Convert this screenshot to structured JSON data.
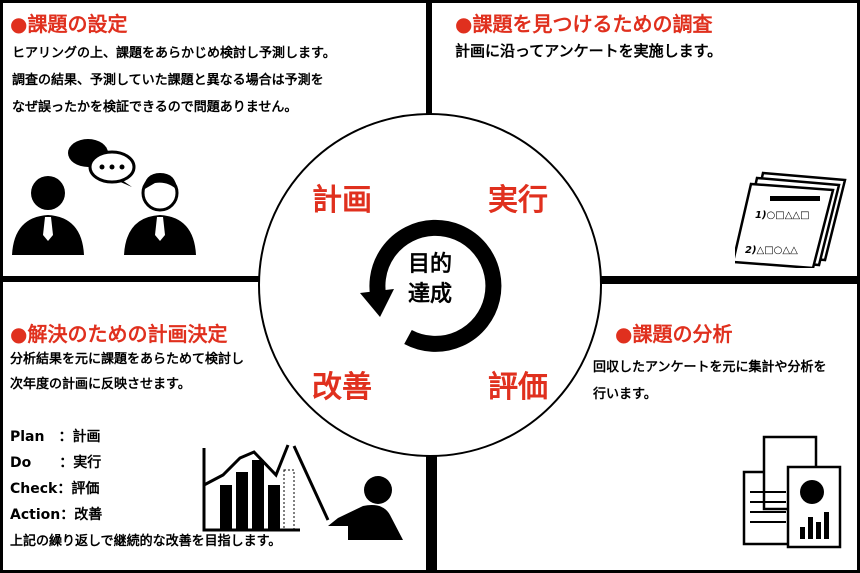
{
  "q1": {
    "title": "●課題の設定",
    "lines": [
      "ヒアリングの上、課題をあらかじめ検討し予測します。",
      "調査の結果、予測していた課題と異なる場合は予測を",
      "なぜ誤ったかを検証できるので問題ありません。"
    ]
  },
  "q2": {
    "title": "●課題を見つけるための調査",
    "lines": [
      "計画に沿ってアンケートを実施します。"
    ],
    "doc_line1": "1)○□△△□",
    "doc_line2": "2)△□○△△"
  },
  "q3": {
    "title": "●解決のための計画決定",
    "lines": [
      "分析結果を元に課題をあらためて検討し",
      "次年度の計画に反映させます。"
    ],
    "pdca": [
      {
        "k": "Plan　：",
        "v": "計画"
      },
      {
        "k": "Do　　：",
        "v": "実行"
      },
      {
        "k": "Check：",
        "v": "評価"
      },
      {
        "k": "Action：",
        "v": "改善"
      }
    ],
    "footer": "上記の繰り返しで継続的な改善を目指します。"
  },
  "q4": {
    "title": "●課題の分析",
    "lines": [
      "回収したアンケートを元に集計や分析を",
      "行います。"
    ]
  },
  "cycle": {
    "plan": "計画",
    "do": "実行",
    "check": "評価",
    "act": "改善",
    "center1": "目的",
    "center2": "達成"
  },
  "colors": {
    "accent": "#e0301e"
  }
}
